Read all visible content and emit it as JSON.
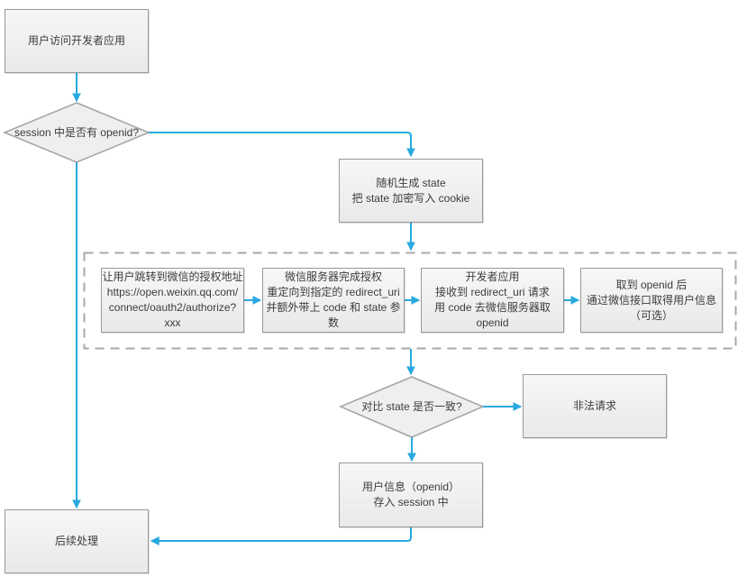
{
  "colors": {
    "arrow": "#29a9e0",
    "box_border": "#999999",
    "box_fill_top": "#f7f7f7",
    "box_fill_bottom": "#e9e9e9",
    "diamond_fill": "#efefef",
    "diamond_border": "#a3a3a3",
    "dashed_border": "#a9a9a9",
    "text": "#3c3c3c",
    "canvas_bg": "#ffffff"
  },
  "nodes": {
    "user_visit": {
      "line1": "用户访问开发者应用"
    },
    "session_check": {
      "line1": "session 中是否有 openid?"
    },
    "gen_state": {
      "line1": "随机生成 state",
      "line2": "把 state 加密写入 cookie"
    },
    "redirect_auth": {
      "line1": "让用户跳转到微信的授权地址",
      "line2": "https://open.weixin.qq.com/",
      "line3": "connect/oauth2/authorize?xxx"
    },
    "wechat_auth": {
      "line1": "微信服务器完成授权",
      "line2": "重定向到指定的 redirect_uri",
      "line3": "并额外带上 code 和 state 参数"
    },
    "dev_receive": {
      "line1": "开发者应用",
      "line2": "接收到 redirect_uri 请求",
      "line3": "用 code 去微信服务器取 openid"
    },
    "get_userinfo": {
      "line1": "取到 openid 后",
      "line2": "通过微信接口取得用户信息",
      "line3": "（可选）"
    },
    "state_check": {
      "line1": "对比 state 是否一致?"
    },
    "illegal_request": {
      "line1": "非法请求"
    },
    "save_session": {
      "line1": "用户信息（openid）",
      "line2": "存入 session 中"
    },
    "followup": {
      "line1": "后续处理"
    }
  }
}
